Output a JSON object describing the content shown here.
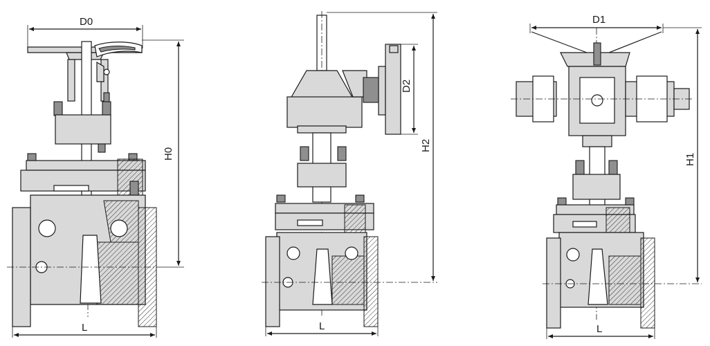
{
  "drawings": [
    {
      "id": "handwheel",
      "dims": {
        "width": "D0",
        "height": "H0",
        "length": "L"
      }
    },
    {
      "id": "gearbox",
      "dims": {
        "wheel": "D2",
        "height": "H2",
        "length": "L"
      }
    },
    {
      "id": "electric",
      "dims": {
        "width": "D1",
        "height": "H1",
        "length": "L"
      }
    }
  ],
  "colors": {
    "line": "#1a1a1a",
    "body_fill": "#d9d9d9",
    "dark_fill": "#8f8f8f"
  }
}
